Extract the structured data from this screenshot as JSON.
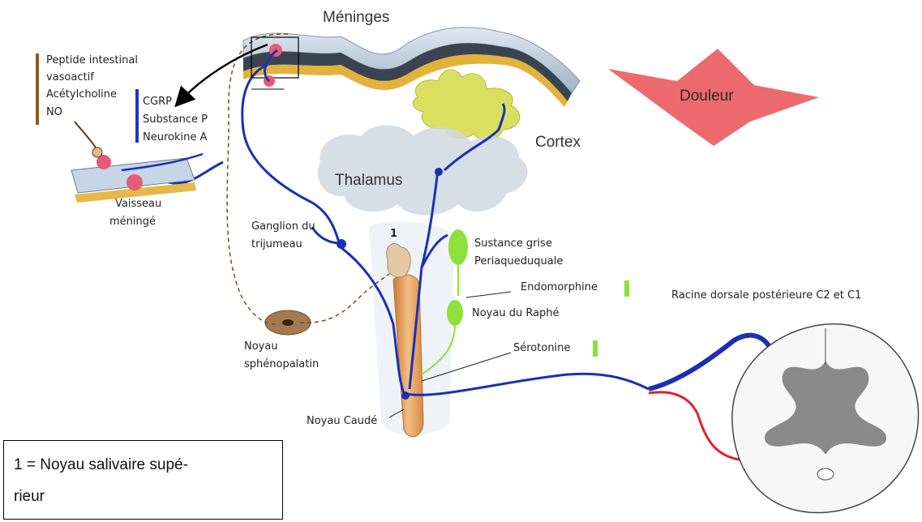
{
  "labels": {
    "meninges": "Méninges",
    "douleur": "Douleur",
    "cortex": "Cortex",
    "thalamus": "Thalamus",
    "peptide_line1": "Peptide intestinal",
    "peptide_line2": "vasoactif",
    "acetylcholine": "Acétylcholine",
    "no": "NO",
    "cgrp": "CGRP",
    "substance_p": "Substance P",
    "neurokine_a": "Neurokine A",
    "vaisseau_line1": "Vaisseau",
    "vaisseau_line2": "méningé",
    "ganglion_line1": "Ganglion du",
    "ganglion_line2": "trijumeau",
    "number_one": "1",
    "sustance_line1": "Sustance grise",
    "sustance_line2": "Periaqueduquale",
    "endomorphine": "Endomorphine",
    "raphe": "Noyau du Raphé",
    "serotonine": "Sérotonine",
    "spheno_line1": "Noyau",
    "spheno_line2": "sphénopalatin",
    "caude": "Noyau Caudé",
    "racine": "Racine dorsale postérieure C2 et C1"
  },
  "legend": {
    "line1": "1 = Noyau salivaire supé-",
    "line2": "rieur"
  },
  "colors": {
    "nerve_blue": "#1b2fb5",
    "chemical_brown": "#8a5a2b",
    "chemical_blue": "#1f33c4",
    "pain_star": "#ec6a6d",
    "serotonin_green": "#8fe03a",
    "sensory_red": "#e0242c",
    "caudate_orange": "#e9a25a"
  }
}
